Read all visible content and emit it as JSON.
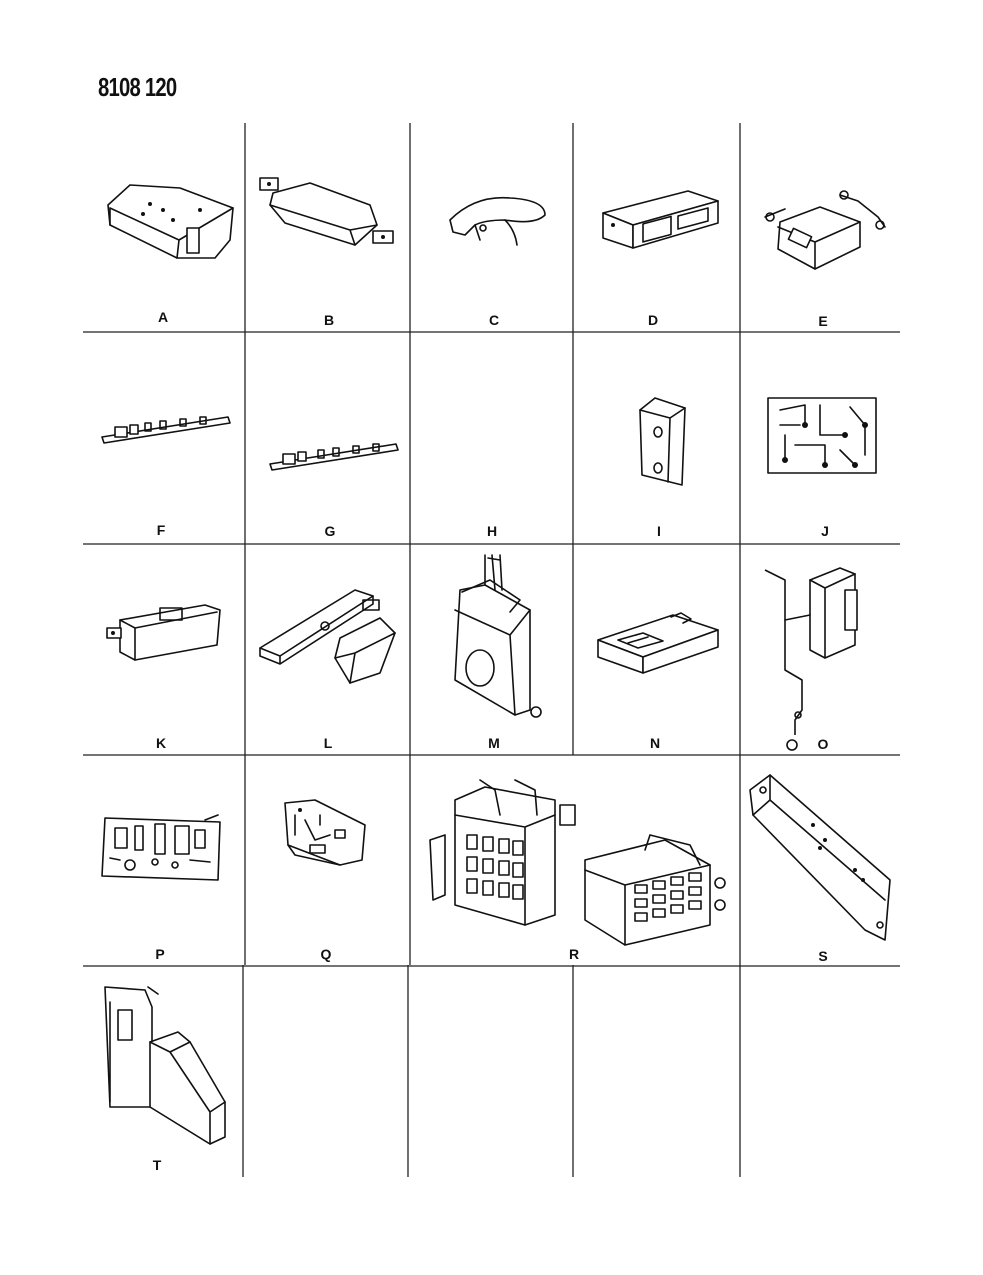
{
  "document": {
    "id": "8108 120"
  },
  "parts": [
    {
      "label": "A"
    },
    {
      "label": "B"
    },
    {
      "label": "C"
    },
    {
      "label": "D"
    },
    {
      "label": "E"
    },
    {
      "label": "F"
    },
    {
      "label": "G"
    },
    {
      "label": "H"
    },
    {
      "label": "I"
    },
    {
      "label": "J"
    },
    {
      "label": "K"
    },
    {
      "label": "L"
    },
    {
      "label": "M"
    },
    {
      "label": "N"
    },
    {
      "label": "O"
    },
    {
      "label": "P"
    },
    {
      "label": "Q"
    },
    {
      "label": "R"
    },
    {
      "label": "S"
    },
    {
      "label": "T"
    }
  ]
}
